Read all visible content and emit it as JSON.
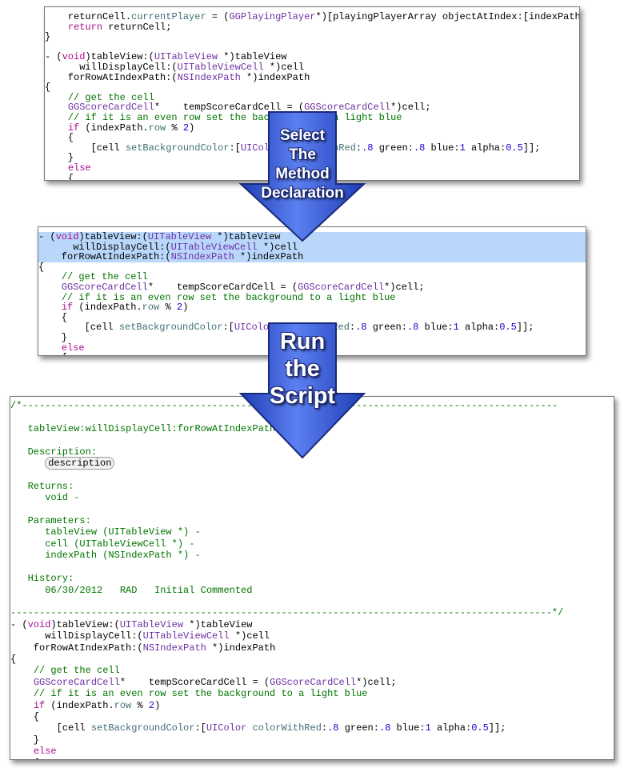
{
  "panel1": {
    "lines": [
      "    returnCell.currentPlayer = (GGPlayingPlayer*)[playingPlayerArray objectAtIndex:[indexPath row",
      "    return returnCell;",
      "}",
      "",
      "- (void)tableView:(UITableView *)tableView",
      "      willDisplayCell:(UITableViewCell *)cell",
      "    forRowAtIndexPath:(NSIndexPath *)indexPath",
      "{",
      "    // get the cell",
      "    GGScoreCardCell*    tempScoreCardCell = (GGScoreCardCell*)cell;",
      "    // if it is an even row set the background to a light blue",
      "    if (indexPath.row % 2)",
      "    {",
      "        [cell setBackgroundColor:[UIColor colorWithRed:.8 green:.8 blue:1 alpha:0.5]];",
      "    }",
      "    else",
      "    {"
    ]
  },
  "panel2": {
    "highlight_lines": 3,
    "lines": [
      "- (void)tableView:(UITableView *)tableView",
      "      willDisplayCell:(UITableViewCell *)cell",
      "    forRowAtIndexPath:(NSIndexPath *)indexPath",
      "{",
      "    // get the cell",
      "    GGScoreCardCell*    tempScoreCardCell = (GGScoreCardCell*)cell;",
      "    // if it is an even row set the background to a light blue",
      "    if (indexPath.row % 2)",
      "    {",
      "        [cell setBackgroundColor:[UIColor colorWithRed:.8 green:.8 blue:1 alpha:0.5]];",
      "    }",
      "    else",
      "    {"
    ]
  },
  "panel3": {
    "lines": [
      "/*---------------------------------------------------------------------------------------------",
      "",
      "   tableView:willDisplayCell:forRowAtIndexPath:",
      "",
      "   Description:",
      "      «description»",
      "",
      "   Returns:",
      "      void -",
      "",
      "   Parameters:",
      "      tableView (UITableView *) -",
      "      cell (UITableViewCell *) -",
      "      indexPath (NSIndexPath *) -",
      "",
      "   History:",
      "      06/30/2012   RAD   Initial Commented",
      "",
      "----------------------------------------------------------------------------------------------*/",
      "- (void)tableView:(UITableView *)tableView",
      "      willDisplayCell:(UITableViewCell *)cell",
      "    forRowAtIndexPath:(NSIndexPath *)indexPath",
      "{",
      "    // get the cell",
      "    GGScoreCardCell*    tempScoreCardCell = (GGScoreCardCell*)cell;",
      "    // if it is an even row set the background to a light blue",
      "    if (indexPath.row % 2)",
      "    {",
      "        [cell setBackgroundColor:[UIColor colorWithRed:.8 green:.8 blue:1 alpha:0.5]];",
      "    }",
      "    else",
      "    {"
    ],
    "comment_lines": 19
  },
  "arrows": {
    "step1": {
      "line1": "Select",
      "line2": "The",
      "line3": "Method",
      "line4": "Declaration"
    },
    "step2": {
      "line1": "Run",
      "line2": "the",
      "line3": "Script"
    }
  },
  "colors": {
    "arrow_light": "#5b7ff0",
    "arrow_dark": "#1f3db5",
    "selection": "#b9d7fb",
    "comment": "#007400",
    "type": "#6e2fa3",
    "keyword": "#aa0d91"
  }
}
